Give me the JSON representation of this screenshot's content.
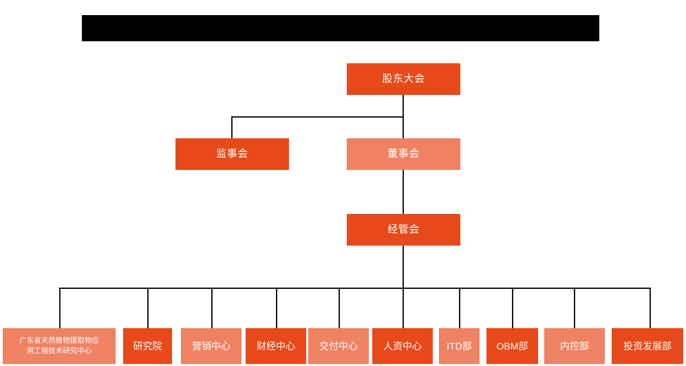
{
  "document": {
    "type": "organization-chart",
    "title_bar": {
      "redacted": true,
      "label": ""
    }
  },
  "palette": {
    "accent_dark": "#E8491A",
    "accent_light": "#EE8263",
    "connector": "#1a1a1a",
    "background": "#ffffff",
    "text": "#ffffff",
    "redaction": "#000000"
  },
  "nodes": {
    "shareholders_meeting": {
      "label": "股东大会",
      "color": "accent_dark"
    },
    "board_of_supervisors": {
      "label": "监事会",
      "color": "accent_dark"
    },
    "board_of_directors": {
      "label": "董事会",
      "color": "accent_light"
    },
    "management_committee": {
      "label": "经管会",
      "color": "accent_dark"
    }
  },
  "departments": [
    {
      "label_line1": "广东省天然植物提取物应",
      "label_line2": "用工程技术研究中心",
      "color": "accent_light"
    },
    {
      "label": "研究院",
      "color": "accent_dark"
    },
    {
      "label": "营销中心",
      "color": "accent_light"
    },
    {
      "label": "财经中心",
      "color": "accent_dark"
    },
    {
      "label": "交付中心",
      "color": "accent_light"
    },
    {
      "label": "人资中心",
      "color": "accent_dark"
    },
    {
      "label": "ITD部",
      "color": "accent_light"
    },
    {
      "label": "OBM部",
      "color": "accent_dark"
    },
    {
      "label": "内控部",
      "color": "accent_light"
    },
    {
      "label": "投资发展部",
      "color": "accent_dark"
    }
  ],
  "chart_data": {
    "type": "diagram",
    "title": "",
    "hierarchy": [
      {
        "level": 1,
        "name": "股东大会",
        "children": [
          {
            "level": 2,
            "name": "监事会",
            "children": []
          },
          {
            "level": 2,
            "name": "董事会",
            "children": [
              {
                "level": 3,
                "name": "经管会",
                "children": [
                  {
                    "level": 4,
                    "name": "广东省天然植物提取物应用工程技术研究中心"
                  },
                  {
                    "level": 4,
                    "name": "研究院"
                  },
                  {
                    "level": 4,
                    "name": "营销中心"
                  },
                  {
                    "level": 4,
                    "name": "财经中心"
                  },
                  {
                    "level": 4,
                    "name": "交付中心"
                  },
                  {
                    "level": 4,
                    "name": "人资中心"
                  },
                  {
                    "level": 4,
                    "name": "ITD部"
                  },
                  {
                    "level": 4,
                    "name": "OBM部"
                  },
                  {
                    "level": 4,
                    "name": "内控部"
                  },
                  {
                    "level": 4,
                    "name": "投资发展部"
                  }
                ]
              }
            ]
          }
        ]
      }
    ]
  }
}
